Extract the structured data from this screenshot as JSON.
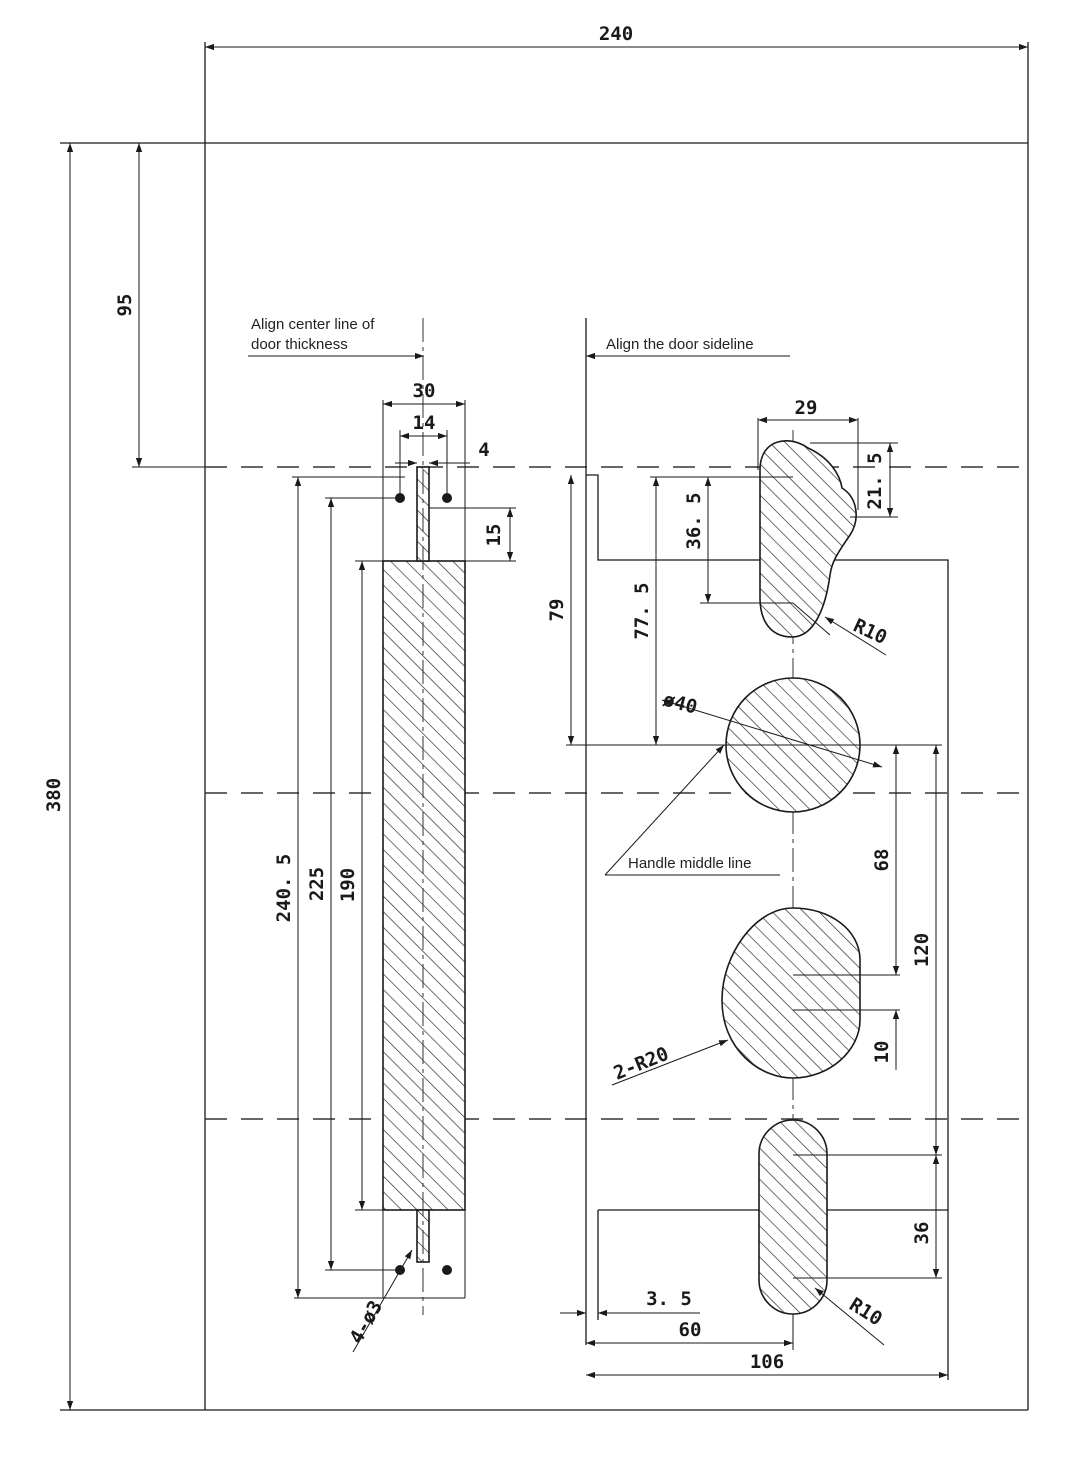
{
  "drawing": {
    "notes": {
      "center_line": [
        "Align center line of",
        "door thickness"
      ],
      "sideline": "Align the door sideline",
      "handle_middle": "Handle middle line"
    },
    "dims": {
      "width_total": "240",
      "height_total": "380",
      "top_offset": "95",
      "plate_width": "30",
      "slot_width": "14",
      "slot_small": "4",
      "slot_height": "15",
      "len_240_5": "240. 5",
      "len_225": "225",
      "len_190": "190",
      "d79": "79",
      "d77_5": "77. 5",
      "d36_5": "36. 5",
      "d29": "29",
      "d21_5": "21. 5",
      "r10_top": "R10",
      "dia40": "ø40",
      "d68": "68",
      "d120": "120",
      "d10": "10",
      "r20": "2-R20",
      "d36": "36",
      "r10_bottom": "R10",
      "d3_5": "3. 5",
      "d60": "60",
      "d106": "106",
      "holes": "4-ø3"
    }
  }
}
